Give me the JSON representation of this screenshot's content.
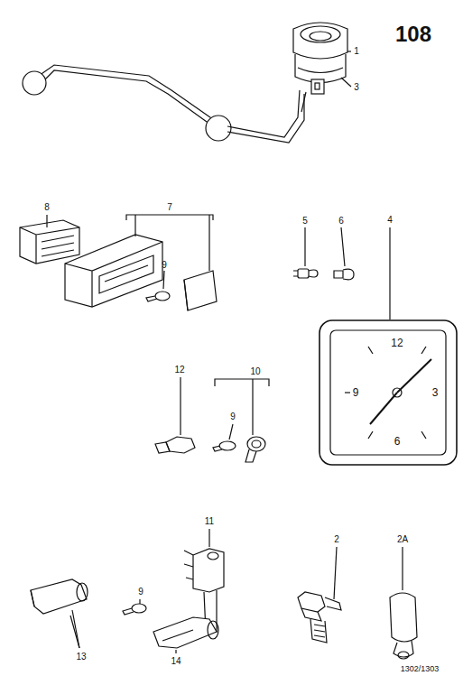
{
  "diagram": {
    "title": "108",
    "labels": [
      "1",
      "3",
      "8",
      "7",
      "9",
      "5",
      "6",
      "4",
      "12",
      "9",
      "3",
      "6",
      "12",
      "10",
      "9",
      "11",
      "2",
      "2A",
      "13",
      "9",
      "14",
      "1302/1303"
    ]
  }
}
